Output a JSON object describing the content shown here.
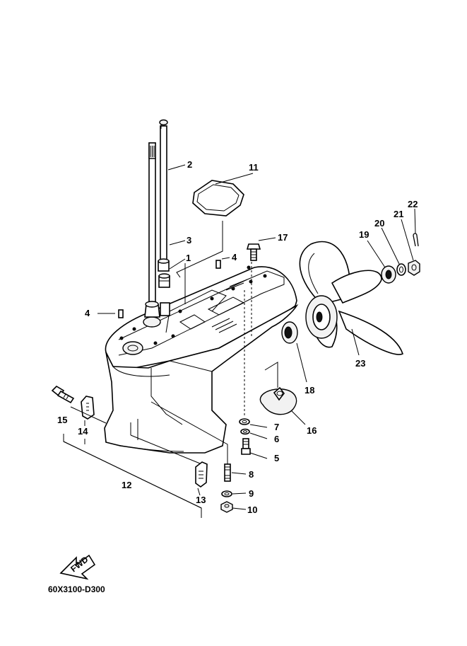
{
  "diagram_code": "60X3100-D300",
  "fwd_label": "FWD",
  "callouts": {
    "c1": "1",
    "c2": "2",
    "c3": "3",
    "c4a": "4",
    "c4b": "4",
    "c5": "5",
    "c6": "6",
    "c7": "7",
    "c8": "8",
    "c9": "9",
    "c10": "10",
    "c11": "11",
    "c12": "12",
    "c13": "13",
    "c14": "14",
    "c15": "15",
    "c16": "16",
    "c17": "17",
    "c18": "18",
    "c19": "19",
    "c20": "20",
    "c21": "21",
    "c22": "22",
    "c23": "23"
  },
  "colors": {
    "line": "#000000",
    "background": "#ffffff"
  }
}
